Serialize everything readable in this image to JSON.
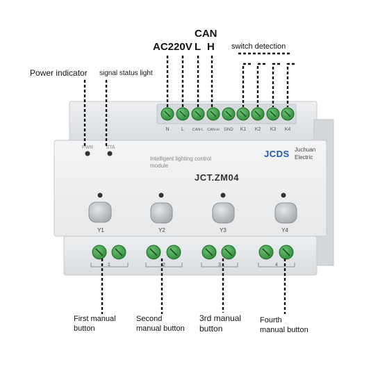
{
  "callouts": {
    "power_indicator": "Power indicator",
    "signal_status_light": "signal status light",
    "switch_detection": "switch detection",
    "can": "CAN",
    "ac220v": "AC220V",
    "l": "L",
    "h": "H"
  },
  "terminals": {
    "top_labels": [
      "N",
      "L",
      "CAN-L",
      "CAN-H",
      "GND",
      "K1",
      "K2",
      "K3",
      "K4"
    ]
  },
  "panel": {
    "pwr": "PWR",
    "sta": "STA",
    "description_line1": "Intelligent lighting control",
    "description_line2": "module",
    "model": "JCT.ZM04",
    "brand_logo": "JCDS",
    "brand_line1": "Juchuan",
    "brand_line2": "Electric"
  },
  "buttons": [
    "Y1",
    "Y2",
    "Y3",
    "Y4"
  ],
  "bottom_numbers": [
    "1",
    "2",
    "3",
    "4"
  ],
  "manual_labels": [
    {
      "line1": "First manual",
      "line2": "button"
    },
    {
      "line1": "Second",
      "line2": "manual button"
    },
    {
      "line1": "3rd manual",
      "line2": "button"
    },
    {
      "line1": "Fourth",
      "line2": "manual button"
    }
  ],
  "colors": {
    "terminal_green": "#3f9e4a",
    "housing": "#e4e6e8",
    "face": "#eef0f2",
    "brand_blue": "#1f58b8"
  }
}
